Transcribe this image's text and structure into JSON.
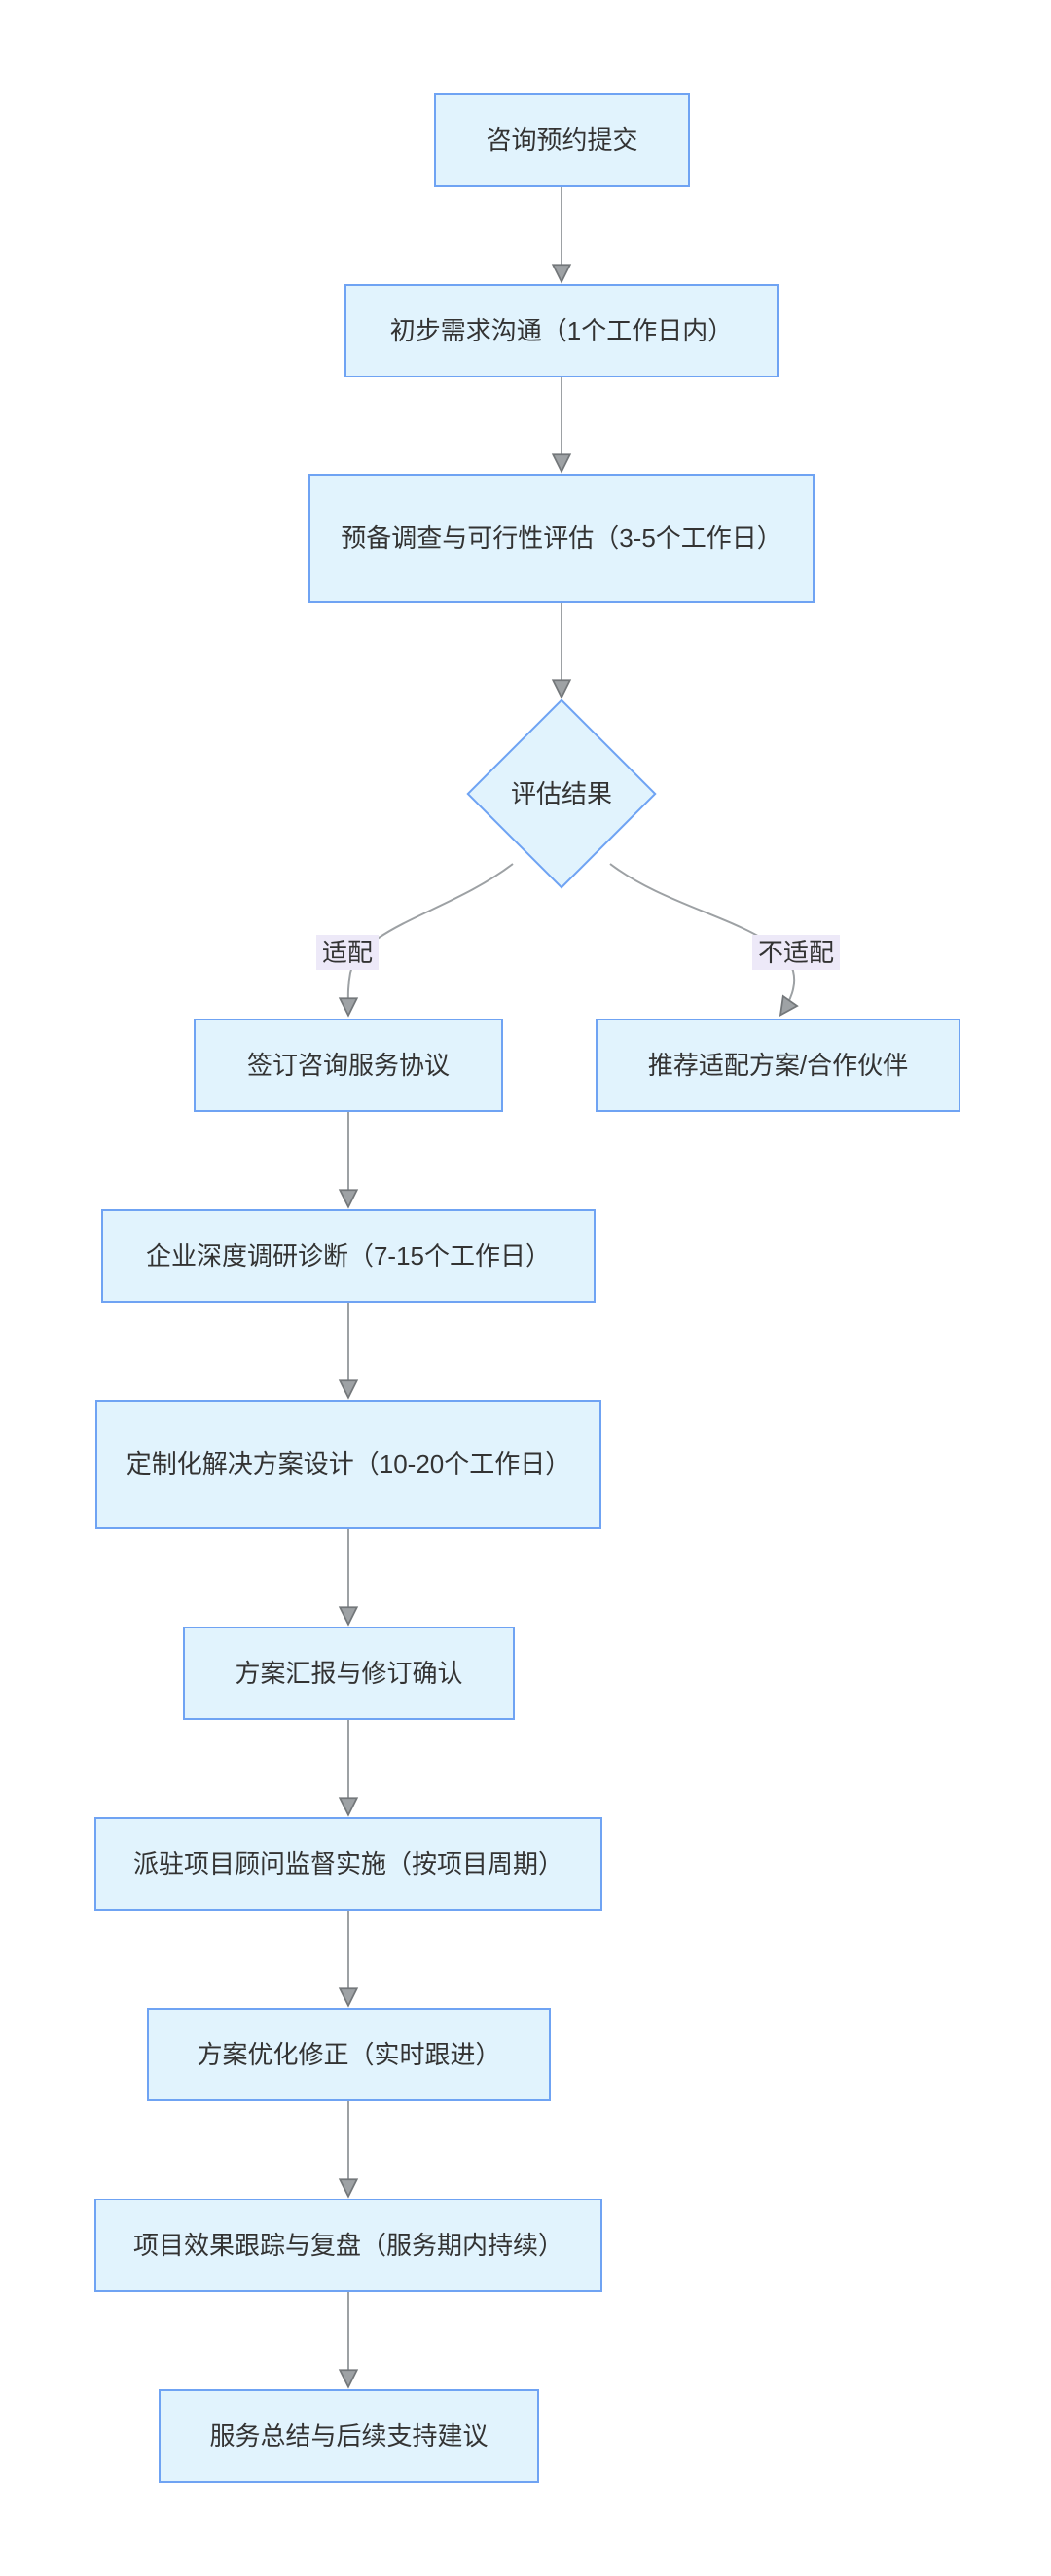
{
  "flowchart": {
    "colors": {
      "node_fill": "#e1f3fd",
      "node_border": "#6fa3f3",
      "edge_line": "#9da1a4",
      "edge_label_bg": "#ede9f8",
      "text": "#333333",
      "background": "#ffffff"
    },
    "nodes": {
      "start": {
        "label": "咨询预约提交",
        "shape": "rect"
      },
      "initial": {
        "label": "初步需求沟通（1个工作日内）",
        "shape": "rect"
      },
      "presurvey": {
        "label": "预备调查与可行性评估（3-5个工作日）",
        "shape": "rect"
      },
      "decision": {
        "label": "评估结果",
        "shape": "diamond"
      },
      "sign": {
        "label": "签订咨询服务协议",
        "shape": "rect"
      },
      "recommend": {
        "label": "推荐适配方案/合作伙伴",
        "shape": "rect"
      },
      "research": {
        "label": "企业深度调研诊断（7-15个工作日）",
        "shape": "rect"
      },
      "design": {
        "label": "定制化解决方案设计（10-20个工作日）",
        "shape": "rect"
      },
      "report": {
        "label": "方案汇报与修订确认",
        "shape": "rect"
      },
      "implement": {
        "label": "派驻项目顾问监督实施（按项目周期）",
        "shape": "rect"
      },
      "optimize": {
        "label": "方案优化修正（实时跟进）",
        "shape": "rect"
      },
      "tracking": {
        "label": "项目效果跟踪与复盘（服务期内持续）",
        "shape": "rect"
      },
      "summary": {
        "label": "服务总结与后续支持建议",
        "shape": "rect"
      }
    },
    "edge_labels": {
      "fit": "适配",
      "unfit": "不适配"
    },
    "edges": [
      {
        "from": "start",
        "to": "initial"
      },
      {
        "from": "initial",
        "to": "presurvey"
      },
      {
        "from": "presurvey",
        "to": "decision"
      },
      {
        "from": "decision",
        "to": "sign",
        "label": "适配"
      },
      {
        "from": "decision",
        "to": "recommend",
        "label": "不适配"
      },
      {
        "from": "sign",
        "to": "research"
      },
      {
        "from": "research",
        "to": "design"
      },
      {
        "from": "design",
        "to": "report"
      },
      {
        "from": "report",
        "to": "implement"
      },
      {
        "from": "implement",
        "to": "optimize"
      },
      {
        "from": "optimize",
        "to": "tracking"
      },
      {
        "from": "tracking",
        "to": "summary"
      }
    ]
  }
}
